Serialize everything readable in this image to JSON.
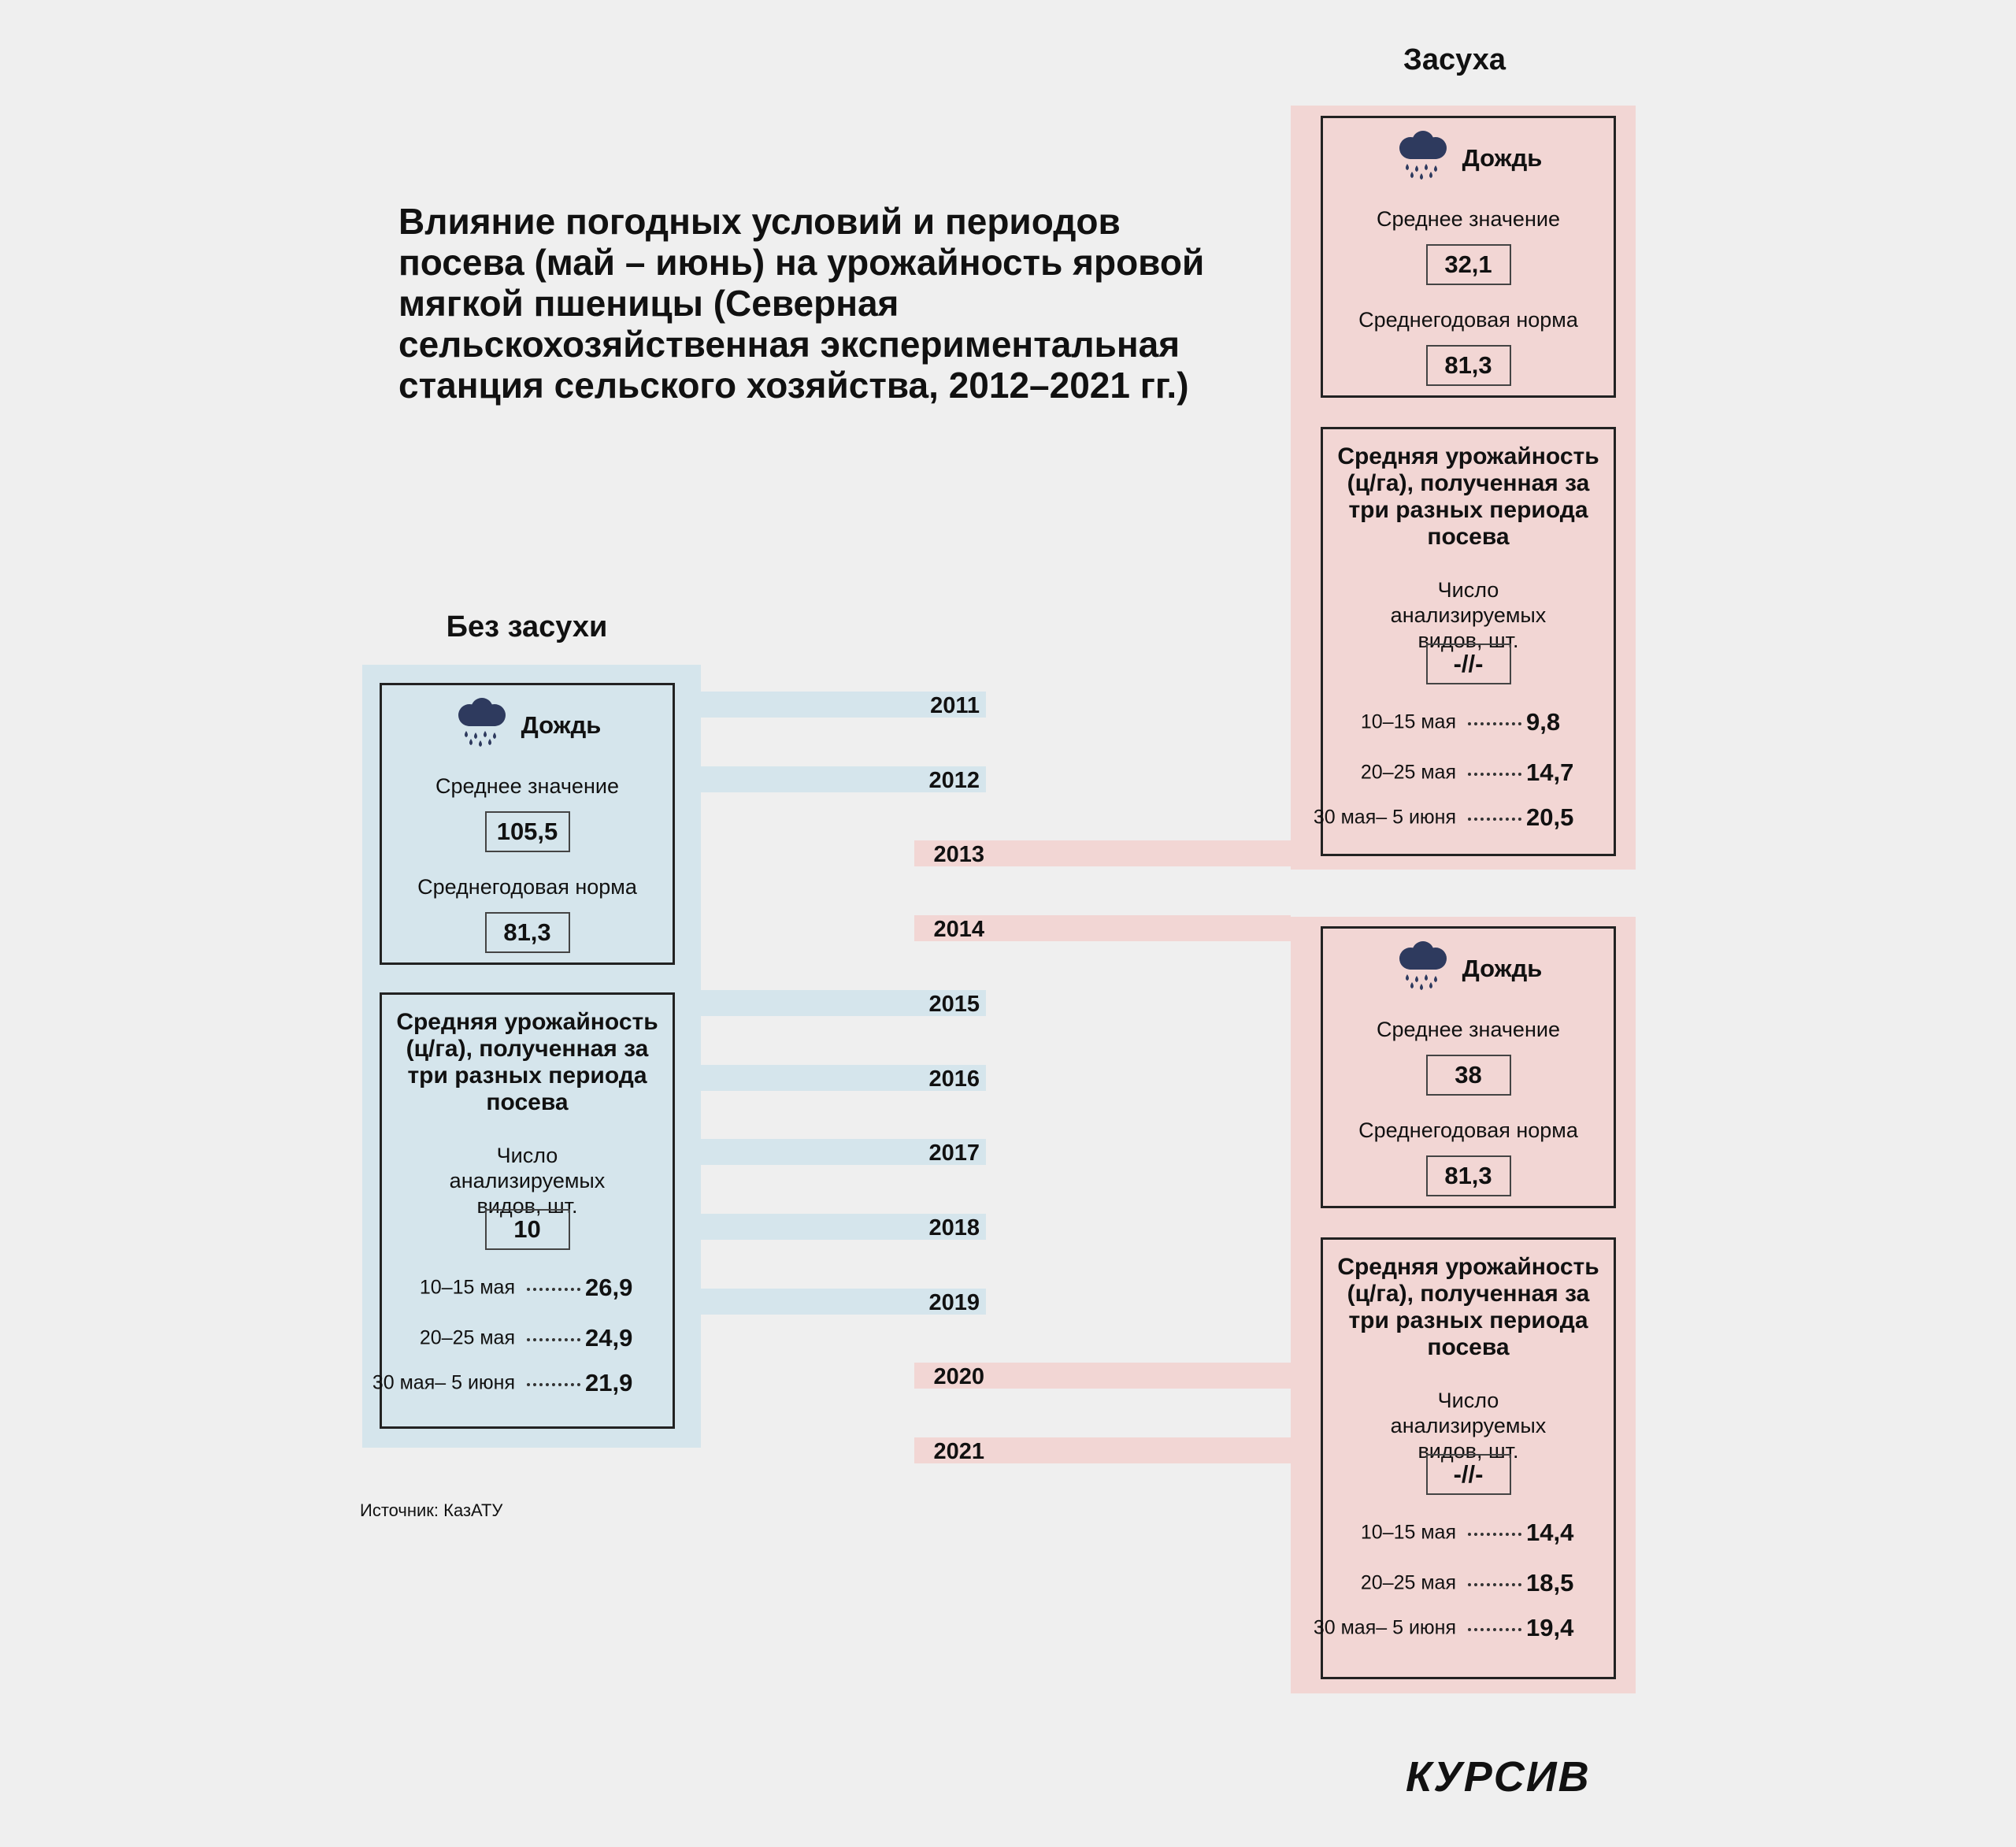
{
  "title": "Влияние погодных условий и периодов посева (май – июнь) на урожайность яровой мягкой пшеницы (Северная сельскохозяйственная экспериментальная станция сельского хозяйства, 2012–2021 гг.)",
  "colors": {
    "no_drought": "#d5e5ec",
    "drought": "#f2d6d4",
    "icon": "#2e3a5e"
  },
  "no_drought": {
    "label": "Без засухи",
    "rain": {
      "label": "Дождь",
      "mean_label": "Среднее значение",
      "mean": "105,5",
      "norm_label": "Среднегодовая норма",
      "norm": "81,3"
    },
    "yield": {
      "title": "Средняя урожайность (ц/га), полученная за три разных периода посева",
      "count_label": "Число анализируемых видов, шт.",
      "count": "10",
      "rows": [
        {
          "period": "10–15 мая",
          "value": "26,9"
        },
        {
          "period": "20–25 мая",
          "value": "24,9"
        },
        {
          "period": "30 мая– 5 июня",
          "value": "21,9"
        }
      ]
    }
  },
  "drought": {
    "label": "Засуха",
    "top": {
      "rain": {
        "label": "Дождь",
        "mean_label": "Среднее значение",
        "mean": "32,1",
        "norm_label": "Среднегодовая норма",
        "norm": "81,3"
      },
      "yield": {
        "title": "Средняя урожайность (ц/га), полученная за три разных периода посева",
        "count_label": "Число анализируемых видов, шт.",
        "count": "-//-",
        "rows": [
          {
            "period": "10–15 мая",
            "value": "9,8"
          },
          {
            "period": "20–25 мая",
            "value": "14,7"
          },
          {
            "period": "30 мая– 5 июня",
            "value": "20,5"
          }
        ]
      }
    },
    "bottom": {
      "rain": {
        "label": "Дождь",
        "mean_label": "Среднее значение",
        "mean": "38",
        "norm_label": "Среднегодовая норма",
        "norm": "81,3"
      },
      "yield": {
        "title": "Средняя урожайность (ц/га), полученная за три разных периода посева",
        "count_label": "Число анализируемых видов, шт.",
        "count": "-//-",
        "rows": [
          {
            "period": "10–15 мая",
            "value": "14,4"
          },
          {
            "period": "20–25 мая",
            "value": "18,5"
          },
          {
            "period": "30 мая– 5 июня",
            "value": "19,4"
          }
        ]
      }
    }
  },
  "years": [
    {
      "year": "2011",
      "type": "no_drought"
    },
    {
      "year": "2012",
      "type": "no_drought"
    },
    {
      "year": "2013",
      "type": "drought"
    },
    {
      "year": "2014",
      "type": "drought"
    },
    {
      "year": "2015",
      "type": "no_drought"
    },
    {
      "year": "2016",
      "type": "no_drought"
    },
    {
      "year": "2017",
      "type": "no_drought"
    },
    {
      "year": "2018",
      "type": "no_drought"
    },
    {
      "year": "2019",
      "type": "no_drought"
    },
    {
      "year": "2020",
      "type": "drought"
    },
    {
      "year": "2021",
      "type": "drought"
    }
  ],
  "source": "Источник: КазАТУ",
  "logo": "КУРСИВ"
}
